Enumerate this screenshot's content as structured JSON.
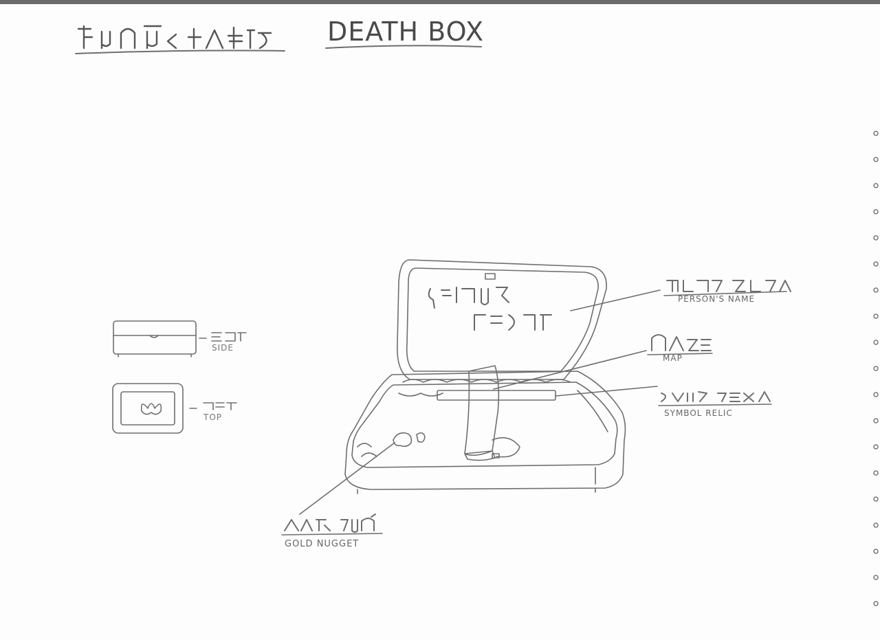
{
  "title": "DEATH BOX",
  "labels": {
    "side": "SIDE",
    "top": "TOP",
    "persons_name": "PERSON'S NAME",
    "map": "MAP",
    "symbol_relic": "SYMBOL RELIC",
    "gold_nugget": "GOLD NUGGET"
  },
  "colors": {
    "pencil": "#6e6e6e",
    "paper": "#fdfdfd"
  }
}
